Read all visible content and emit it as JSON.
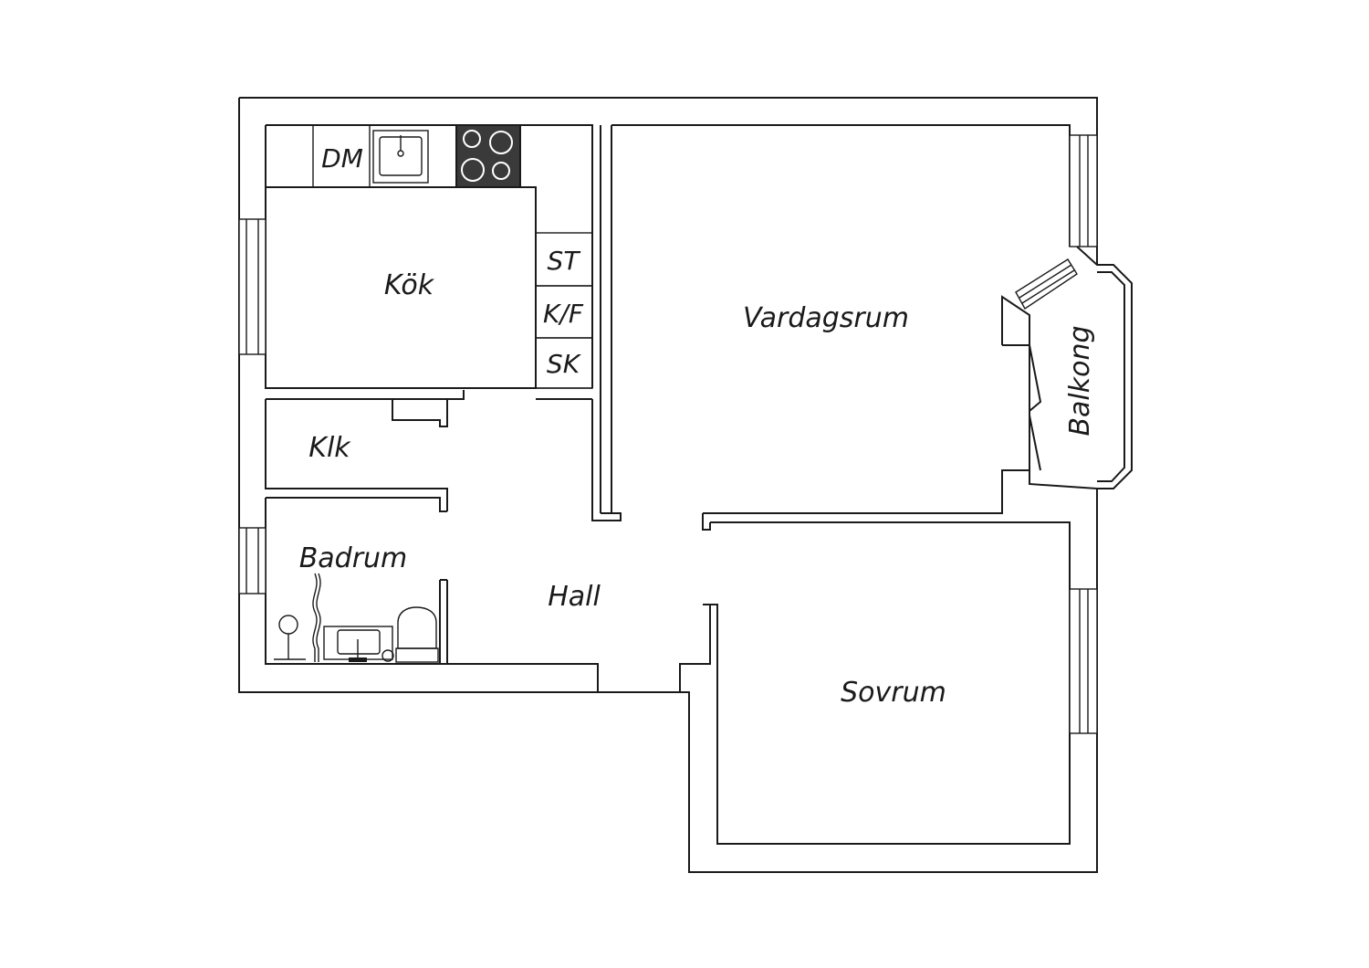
{
  "rooms": {
    "kitchen": "Kök",
    "living_room": "Vardagsrum",
    "balcony": "Balkong",
    "closet": "Klk",
    "bathroom": "Badrum",
    "hall": "Hall",
    "bedroom": "Sovrum"
  },
  "fixtures": {
    "dishwasher": "DM",
    "wardrobe": "ST",
    "fridge_freezer": "K/F",
    "cabinet": "SK"
  },
  "colors": {
    "line": "#1a1a1a",
    "stove": "#3a3a3a"
  }
}
